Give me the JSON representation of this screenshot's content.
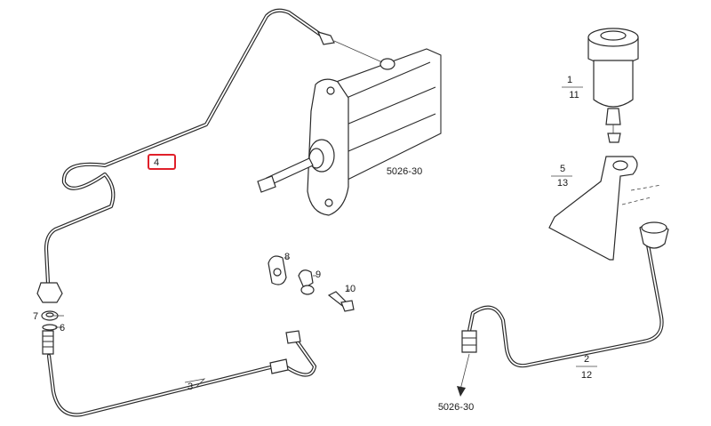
{
  "callouts": {
    "reservoir_top": "1",
    "reservoir_bottom": "11",
    "bracket_top": "5",
    "bracket_bottom": "13",
    "hose_right_top": "2",
    "hose_right_bottom": "12",
    "pipe_upper": "4",
    "hose_lower": "3",
    "washer_7": "7",
    "oring_6": "6",
    "clip_8": "8",
    "union_9": "9",
    "bolt_10": "10",
    "cylinder_ref": "5026-30",
    "arrow_ref": "5026-30"
  },
  "highlight": {
    "color": "#e0202a",
    "target": "4"
  }
}
